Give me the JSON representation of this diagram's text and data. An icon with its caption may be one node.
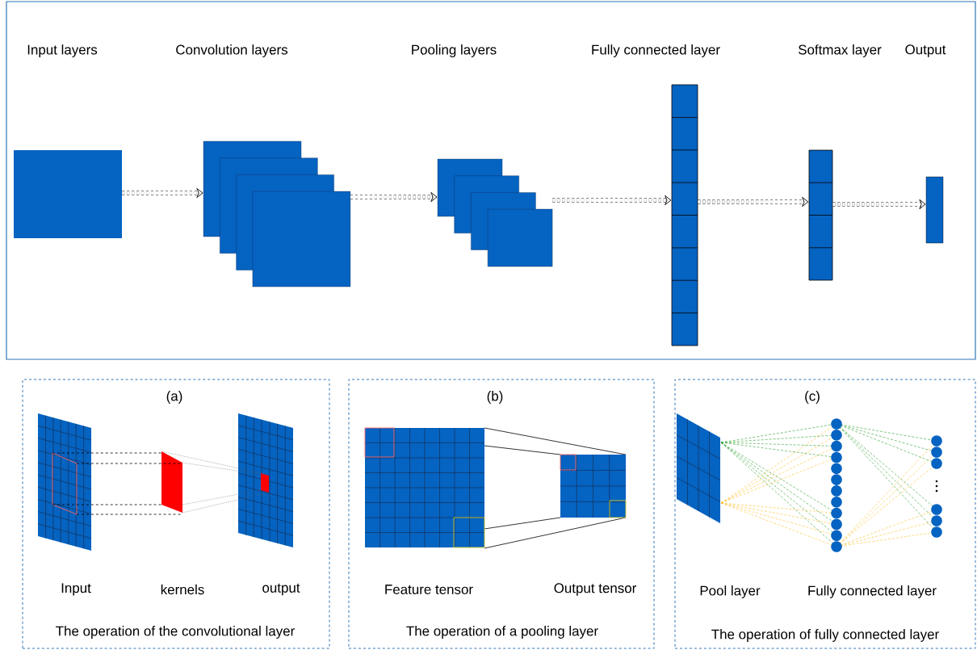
{
  "diagram": {
    "nodes": [
      {
        "text": [],
        "shape": "box"
      },
      {
        "text": [],
        "shape": "box",
        "in": 0
      },
      {
        "text": [],
        "shape": "box",
        "in": 0
      },
      {
        "text": [],
        "shape": "box",
        "in": 0
      },
      {
        "text": [],
        "shape": "bar",
        "in": 0
      },
      {
        "text": [],
        "shape": "bar",
        "in": 0
      },
      {
        "text": [],
        "shape": "bar",
        "in": 0
      },
      {
        "text": [
          "(a)",
          "Input",
          "kernels",
          "output",
          "The operation of the convolutional layer"
        ]
      },
      {
        "text": [
          "(b)",
          "Feature tensor",
          "Output tensor",
          "The operation of a pooling layer"
        ]
      },
      {
        "text": [
          "(c)",
          "Pool layer",
          "Fully connected layer",
          "The operation of fully connected layer"
        ]
      }
    ],
    "edges": [
      {
        "from": 1,
        "to": 2,
        "arrow": "to"
      },
      {
        "from": 2,
        "to": 3,
        "arrow": "to"
      },
      {
        "from": 3,
        "to": 4,
        "arrow": "to"
      },
      {
        "from": 4,
        "to": 5,
        "arrow": "to"
      },
      {
        "from": 5,
        "to": 6,
        "arrow": "to"
      }
    ],
    "labels": [
      "Input layers",
      "Convolution layers",
      "Pooling layers",
      "Fully connected layer",
      "Softmax layer",
      "Output"
    ]
  }
}
